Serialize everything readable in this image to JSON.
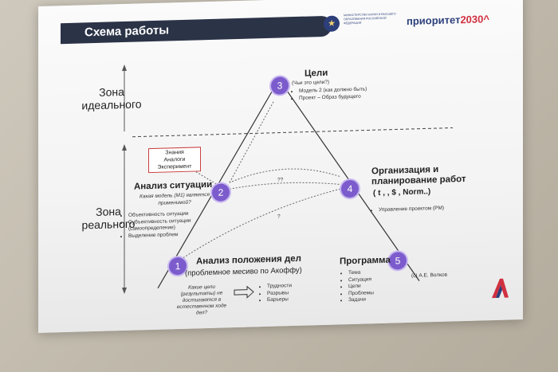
{
  "slide": {
    "title": "Схема работы",
    "ministry": "Министерство науки и высшего образования Российской Федерации",
    "logo_prefix": "приоритет",
    "logo_num": "2030",
    "logo_suffix": "^",
    "colors": {
      "title_bar": "#2b3347",
      "node": "#7c5ccc",
      "accent": "#d03040"
    }
  },
  "zones": {
    "ideal": "Зона идеального",
    "real": "Зона реального"
  },
  "nodes": [
    {
      "num": "1",
      "label": "Анализ положения дел",
      "sub": "(проблемное месиво по Акоффу)"
    },
    {
      "num": "2",
      "label": "Анализ ситуации",
      "sub": "Какая модель (М1) является применимой?"
    },
    {
      "num": "3",
      "label": "Цели",
      "sub": "(Чьи это цели?)"
    },
    {
      "num": "4",
      "label": "Организация и планирование работ",
      "sub": "( t , , $ , Norm..)"
    },
    {
      "num": "5",
      "label": "Программа",
      "sub": ""
    }
  ],
  "goals_bullets": [
    "Модель 2 (как должно быть)",
    "Проект – Образ будущего"
  ],
  "knowledge_box": [
    "Знания",
    "Аналоги",
    "Эксперимент"
  ],
  "situation_bullets": [
    "Объективность ситуации",
    "Субъективность ситуации (самоопределение)",
    "Выделение проблем"
  ],
  "org_bullets": [
    "Управление проектом (PM)"
  ],
  "program_bullets": [
    "Тема",
    "Ситуация",
    "Цели",
    "Проблемы",
    "Задачи"
  ],
  "question_marks": [
    "??",
    "?"
  ],
  "goals_question": "Какие цели (результаты) не достигаются в естественном ходе дел?",
  "gaps": [
    "Трудности",
    "Разрывы",
    "Барьеры"
  ],
  "author": "(с) А.Е. Волков"
}
